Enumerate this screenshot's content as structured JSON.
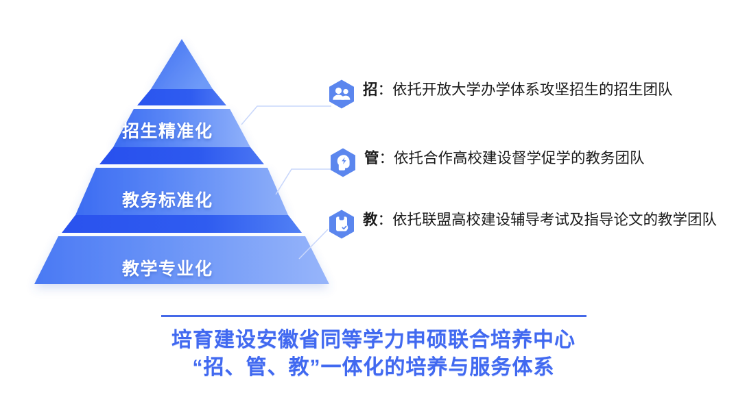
{
  "pyramid": {
    "tiers": [
      {
        "label": "招生精准化"
      },
      {
        "label": "教务标准化"
      },
      {
        "label": "教学专业化"
      }
    ]
  },
  "rows": [
    {
      "icon": "users-icon",
      "lead": "招",
      "separator": "：",
      "text": "依托开放大学办学体系攻坚招生的招生团队"
    },
    {
      "icon": "head-lightning-icon",
      "lead": "管",
      "separator": "：",
      "text": "依托合作高校建设督学促学的教务团队"
    },
    {
      "icon": "clipboard-check-icon",
      "lead": "教",
      "separator": "：",
      "text": "依托联盟高校建设辅导考试及指导论文的教学团队"
    }
  ],
  "caption": {
    "line1": "培育建设安徽省同等学力申硕联合培养中心",
    "line2": "“招、管、教”一体化的培养与服务体系"
  },
  "colors": {
    "accent_blue": "#4169f0",
    "rule_blue": "#4569e8",
    "hex_blue": "#5b86ee",
    "tier_light": "#6f9bf7",
    "tier_dark": "#2f5ff0",
    "connector": "#c9d7fb",
    "body_text": "#1b1b1b"
  }
}
